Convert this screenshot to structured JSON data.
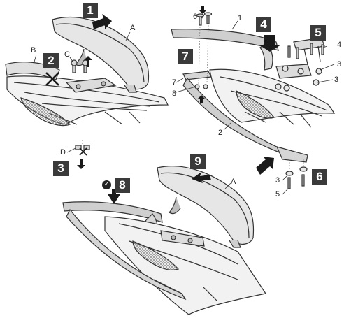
{
  "steps": [
    "1",
    "2",
    "3",
    "4",
    "5",
    "6",
    "7",
    "8",
    "9"
  ],
  "labels": {
    "A": "A",
    "B": "B",
    "C": "C",
    "D": "D",
    "n1": "1",
    "n2": "2",
    "n3": "3",
    "n4": "4",
    "n5": "5",
    "n6": "6",
    "n7": "7",
    "n8": "8"
  },
  "check_glyph": "✓",
  "colors": {
    "step_badge": "#3a3a3a",
    "line": "#333333",
    "arrow": "#1a1a1a",
    "case_fill": "#e6e6e6",
    "rack_fill": "#cfcfcf"
  }
}
